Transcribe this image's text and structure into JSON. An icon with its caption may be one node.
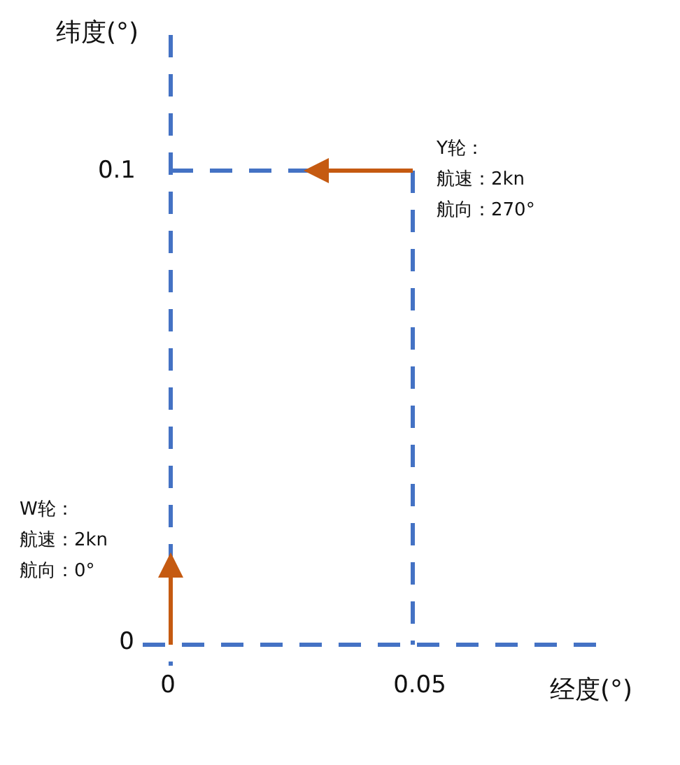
{
  "diagram": {
    "labels": [
      "纬度(°)",
      "0.1",
      "Y轮：",
      "航速：2kn",
      "航向：270°",
      "W轮：",
      "航速：2kn",
      "航向：0°",
      "0",
      "0",
      "0.05",
      "经度(°)"
    ]
  }
}
